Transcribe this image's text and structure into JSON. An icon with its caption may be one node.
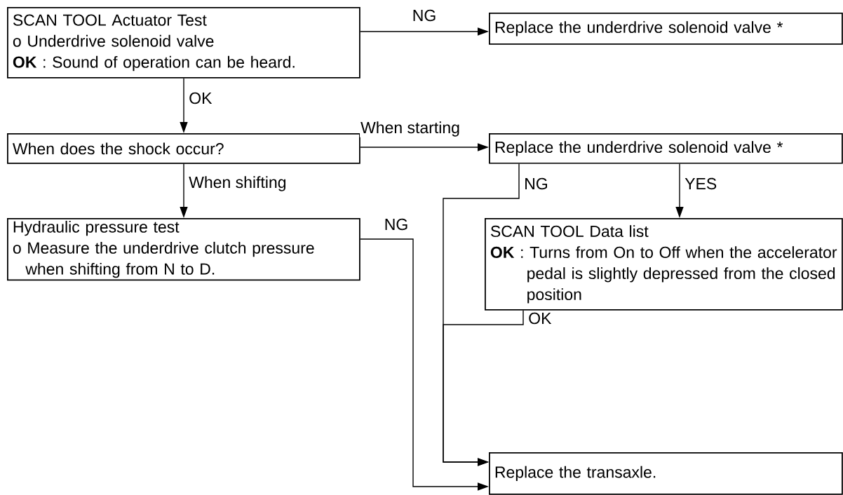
{
  "diagram": {
    "nodes": [
      {
        "text": [
          "SCAN TOOL Actuator Test",
          "o Underdrive solenoid valve",
          "**OK** : Sound of operation can be heard."
        ]
      },
      {
        "text": [
          "Replace the underdrive solenoid valve *"
        ]
      },
      {
        "text": [
          "When does the shock occur?"
        ]
      },
      {
        "text": [
          "Replace the underdrive solenoid valve *"
        ]
      },
      {
        "text": [
          "Hydraulic pressure test",
          "o Measure the underdrive clutch pressure when shifting from N to D."
        ]
      },
      {
        "text": [
          "SCAN TOOL Data list",
          "**OK** : Turns from On to Off when the accelerator pedal is slightly depressed from the closed position"
        ]
      },
      {
        "text": [
          "Replace the transaxle."
        ]
      }
    ],
    "edges": [
      {
        "from": 0,
        "to": 1,
        "arrow": "to",
        "label": "NG"
      },
      {
        "from": 0,
        "to": 2,
        "arrow": "to",
        "label": "OK"
      },
      {
        "from": 2,
        "to": 3,
        "arrow": "to",
        "label": "When starting"
      },
      {
        "from": 2,
        "to": 4,
        "arrow": "to",
        "label": "When shifting"
      },
      {
        "from": 3,
        "to": 5,
        "arrow": "to",
        "label": "YES"
      },
      {
        "from": 3,
        "to": 6,
        "arrow": "to",
        "label": "NG"
      },
      {
        "from": 5,
        "to": 6,
        "arrow": "to",
        "label": "OK"
      },
      {
        "from": 4,
        "to": 6,
        "arrow": "to",
        "label": "NG"
      }
    ]
  }
}
